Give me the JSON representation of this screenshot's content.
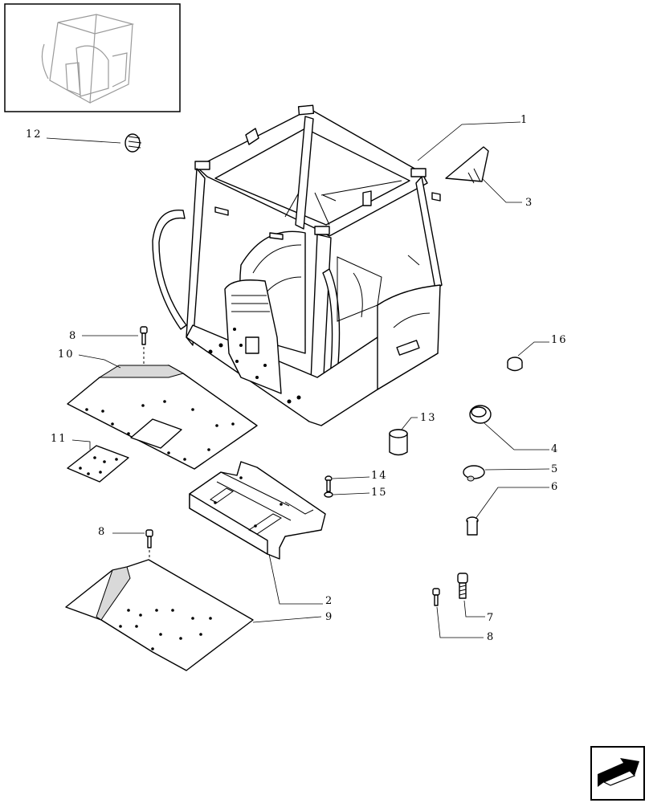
{
  "diagram": {
    "type": "exploded-parts-diagram",
    "callouts": {
      "c1": "1",
      "c2": "2",
      "c3": "3",
      "c4": "4",
      "c5": "5",
      "c6": "6",
      "c7": "7",
      "c8a": "8",
      "c8b": "8",
      "c8c": "8",
      "c9": "9",
      "c10": "10",
      "c11": "11",
      "c12": "12",
      "c13": "13",
      "c14": "14",
      "c15": "15",
      "c16": "16"
    }
  },
  "navigation": {
    "next_icon": "arrow-next-icon"
  }
}
